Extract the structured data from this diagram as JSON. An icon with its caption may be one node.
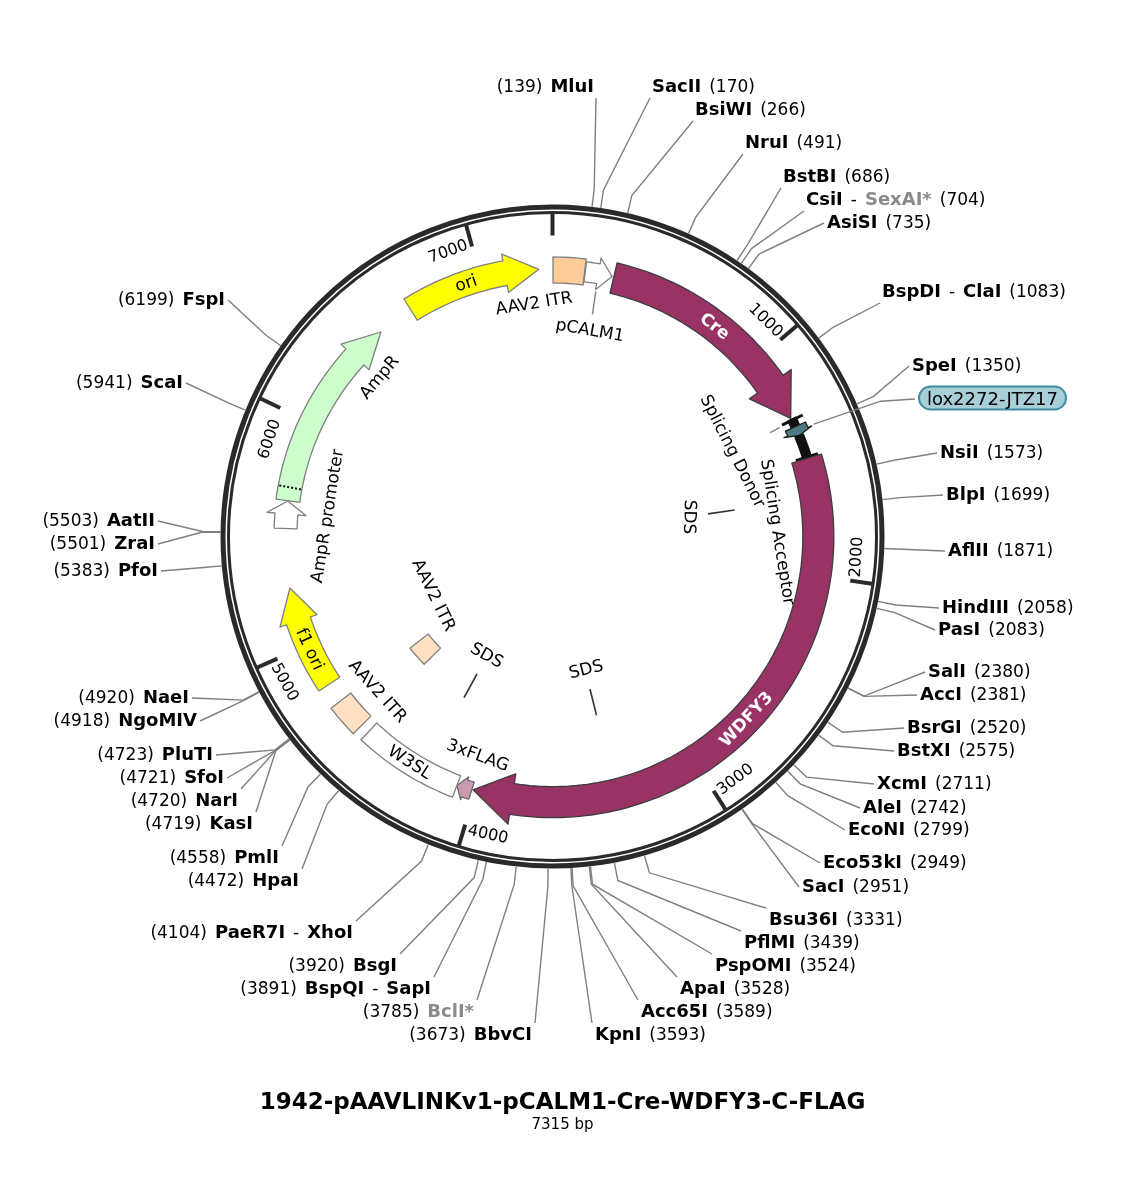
{
  "diagram": {
    "title": "1942-pAAVLINKv1-pCALM1-Cre-WDFY3-C-FLAG",
    "caption": "7315 bp",
    "nodes": [
      {
        "text": [
          "(139)",
          "MluI"
        ]
      },
      {
        "text": [
          "SacII",
          "(170)"
        ]
      },
      {
        "text": [
          "BsiWI",
          "(266)"
        ]
      },
      {
        "text": [
          "NruI",
          "(491)"
        ]
      },
      {
        "text": [
          "BstBI",
          "(686)"
        ]
      },
      {
        "text": [
          "CsiI",
          "-",
          "SexAI*",
          "(704)"
        ]
      },
      {
        "text": [
          "AsiSI",
          "(735)"
        ]
      },
      {
        "text": [
          "BspDI",
          "-",
          "ClaI",
          "(1083)"
        ]
      },
      {
        "text": [
          "SpeI",
          "(1350)"
        ]
      },
      {
        "text": [
          "lox2272-JTZ17"
        ]
      },
      {
        "text": [
          "NsiI",
          "(1573)"
        ]
      },
      {
        "text": [
          "BlpI",
          "(1699)"
        ]
      },
      {
        "text": [
          "AflII",
          "(1871)"
        ]
      },
      {
        "text": [
          "HindIII",
          "(2058)"
        ]
      },
      {
        "text": [
          "PasI",
          "(2083)"
        ]
      },
      {
        "text": [
          "SalI",
          "(2380)"
        ]
      },
      {
        "text": [
          "AccI",
          "(2381)"
        ]
      },
      {
        "text": [
          "BsrGI",
          "(2520)"
        ]
      },
      {
        "text": [
          "BstXI",
          "(2575)"
        ]
      },
      {
        "text": [
          "XcmI",
          "(2711)"
        ]
      },
      {
        "text": [
          "AleI",
          "(2742)"
        ]
      },
      {
        "text": [
          "EcoNI",
          "(2799)"
        ]
      },
      {
        "text": [
          "Eco53kI",
          "(2949)"
        ]
      },
      {
        "text": [
          "SacI",
          "(2951)"
        ]
      },
      {
        "text": [
          "Bsu36I",
          "(3331)"
        ]
      },
      {
        "text": [
          "PflMI",
          "(3439)"
        ]
      },
      {
        "text": [
          "PspOMI",
          "(3524)"
        ]
      },
      {
        "text": [
          "ApaI",
          "(3528)"
        ]
      },
      {
        "text": [
          "Acc65I",
          "(3589)"
        ]
      },
      {
        "text": [
          "KpnI",
          "(3593)"
        ]
      },
      {
        "text": [
          "(3673)",
          "BbvCI"
        ]
      },
      {
        "text": [
          "(3785)",
          "BclI*"
        ]
      },
      {
        "text": [
          "(3891)",
          "BspQI",
          "-",
          "SapI"
        ]
      },
      {
        "text": [
          "(3920)",
          "BsgI"
        ]
      },
      {
        "text": [
          "(4104)",
          "PaeR7I",
          "-",
          "XhoI"
        ]
      },
      {
        "text": [
          "(4472)",
          "HpaI"
        ]
      },
      {
        "text": [
          "(4558)",
          "PmlI"
        ]
      },
      {
        "text": [
          "(4719)",
          "KasI"
        ]
      },
      {
        "text": [
          "(4720)",
          "NarI"
        ]
      },
      {
        "text": [
          "(4721)",
          "SfoI"
        ]
      },
      {
        "text": [
          "(4723)",
          "PluTI"
        ]
      },
      {
        "text": [
          "(4918)",
          "NgoMIV"
        ]
      },
      {
        "text": [
          "(4920)",
          "NaeI"
        ]
      },
      {
        "text": [
          "(5383)",
          "PfoI"
        ]
      },
      {
        "text": [
          "(5501)",
          "ZraI"
        ]
      },
      {
        "text": [
          "(5503)",
          "AatII"
        ]
      },
      {
        "text": [
          "(5941)",
          "ScaI"
        ]
      },
      {
        "text": [
          "(6199)",
          "FspI"
        ]
      },
      {
        "text": [],
        "shape": "box",
        "beside": [
          "AAV2 ITR"
        ]
      },
      {
        "text": [],
        "shape": "arrow"
      },
      {
        "text": [
          "pCALM1"
        ]
      },
      {
        "text": [
          "Cre"
        ]
      },
      {
        "text": [],
        "shape": "bar"
      },
      {
        "text": [
          "Splicing Donor"
        ]
      },
      {
        "text": [],
        "shape": "arrow"
      },
      {
        "text": [],
        "shape": "bar",
        "beside": [
          "Splicing Acceptor"
        ]
      },
      {
        "text": [
          "WDFY3"
        ]
      },
      {
        "text": [],
        "shape": "arrow",
        "beside": [
          "3xFLAG"
        ]
      },
      {
        "text": [
          "W3SL"
        ]
      },
      {
        "text": [],
        "shape": "box",
        "beside": [
          "AAV2 ITR"
        ]
      },
      {
        "text": [
          "f1 ori"
        ]
      },
      {
        "text": [],
        "shape": "arrow",
        "beside": [
          "AmpR promoter"
        ]
      },
      {
        "text": [],
        "shape": "arrow",
        "beside": [
          "AmpR"
        ]
      },
      {
        "text": [
          "ori"
        ]
      },
      {
        "text": [],
        "shape": "box",
        "beside": [
          "AAV2 ITR"
        ]
      },
      {
        "text": [],
        "shape": "line",
        "beside": [
          "SDS"
        ]
      },
      {
        "text": [],
        "shape": "line",
        "beside": [
          "SDS"
        ]
      },
      {
        "text": [],
        "shape": "line",
        "beside": [
          "SDS"
        ]
      }
    ],
    "edges": [
      {
        "from": 0,
        "to": null,
        "arrow": "none"
      },
      {
        "from": 1,
        "to": null,
        "arrow": "none"
      },
      {
        "from": 2,
        "to": null,
        "arrow": "none"
      },
      {
        "from": 3,
        "to": null,
        "arrow": "none"
      },
      {
        "from": 4,
        "to": null,
        "arrow": "none"
      },
      {
        "from": 5,
        "to": null,
        "arrow": "none"
      },
      {
        "from": 6,
        "to": null,
        "arrow": "none"
      },
      {
        "from": 7,
        "to": null,
        "arrow": "none"
      },
      {
        "from": 8,
        "to": null,
        "arrow": "none"
      },
      {
        "from": 9,
        "to": 54,
        "arrow": "none"
      },
      {
        "from": 10,
        "to": null,
        "arrow": "none"
      },
      {
        "from": 11,
        "to": null,
        "arrow": "none"
      },
      {
        "from": 12,
        "to": null,
        "arrow": "none"
      },
      {
        "from": 13,
        "to": null,
        "arrow": "none"
      },
      {
        "from": 14,
        "to": null,
        "arrow": "none"
      },
      {
        "from": 15,
        "to": null,
        "arrow": "none"
      },
      {
        "from": 16,
        "to": null,
        "arrow": "none"
      },
      {
        "from": 17,
        "to": null,
        "arrow": "none"
      },
      {
        "from": 18,
        "to": null,
        "arrow": "none"
      },
      {
        "from": 19,
        "to": null,
        "arrow": "none"
      },
      {
        "from": 20,
        "to": null,
        "arrow": "none"
      },
      {
        "from": 21,
        "to": null,
        "arrow": "none"
      },
      {
        "from": 22,
        "to": null,
        "arrow": "none"
      },
      {
        "from": 23,
        "to": null,
        "arrow": "none"
      },
      {
        "from": 24,
        "to": null,
        "arrow": "none"
      },
      {
        "from": 25,
        "to": null,
        "arrow": "none"
      },
      {
        "from": 26,
        "to": null,
        "arrow": "none"
      },
      {
        "from": 27,
        "to": null,
        "arrow": "none"
      },
      {
        "from": 28,
        "to": null,
        "arrow": "none"
      },
      {
        "from": 29,
        "to": null,
        "arrow": "none"
      },
      {
        "from": 30,
        "to": null,
        "arrow": "none"
      },
      {
        "from": 31,
        "to": null,
        "arrow": "none"
      },
      {
        "from": 32,
        "to": null,
        "arrow": "none"
      },
      {
        "from": 33,
        "to": null,
        "arrow": "none"
      },
      {
        "from": 34,
        "to": null,
        "arrow": "none"
      },
      {
        "from": 35,
        "to": null,
        "arrow": "none"
      },
      {
        "from": 36,
        "to": null,
        "arrow": "none"
      },
      {
        "from": 37,
        "to": null,
        "arrow": "none"
      },
      {
        "from": 38,
        "to": null,
        "arrow": "none"
      },
      {
        "from": 39,
        "to": null,
        "arrow": "none"
      },
      {
        "from": 40,
        "to": null,
        "arrow": "none"
      },
      {
        "from": 41,
        "to": null,
        "arrow": "none"
      },
      {
        "from": 42,
        "to": null,
        "arrow": "none"
      },
      {
        "from": 43,
        "to": null,
        "arrow": "none"
      },
      {
        "from": 44,
        "to": null,
        "arrow": "none"
      },
      {
        "from": 45,
        "to": null,
        "arrow": "none"
      },
      {
        "from": 46,
        "to": null,
        "arrow": "none"
      },
      {
        "from": 47,
        "to": null,
        "arrow": "none"
      },
      {
        "from": 50,
        "to": 49,
        "arrow": "none"
      },
      {
        "from": 53,
        "to": 52,
        "arrow": "none"
      }
    ],
    "labels": [
      "1000",
      "2000",
      "3000",
      "4000",
      "5000",
      "6000",
      "7000"
    ]
  }
}
